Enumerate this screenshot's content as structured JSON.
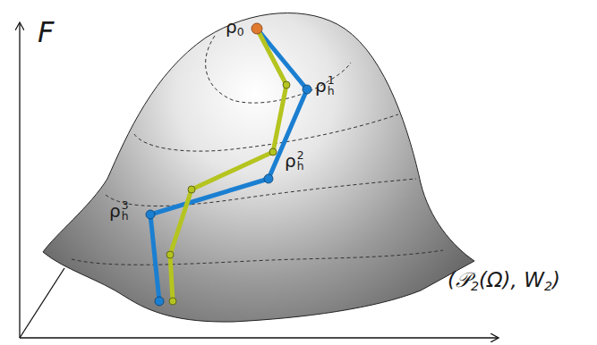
{
  "diagram": {
    "labels": [
      "F",
      "ρ",
      "0",
      "ρ",
      "h",
      "1",
      "ρ",
      "h",
      "2",
      "ρ",
      "h",
      "3",
      "(𝒫",
      "2",
      "(Ω), W",
      "2",
      ")"
    ]
  }
}
